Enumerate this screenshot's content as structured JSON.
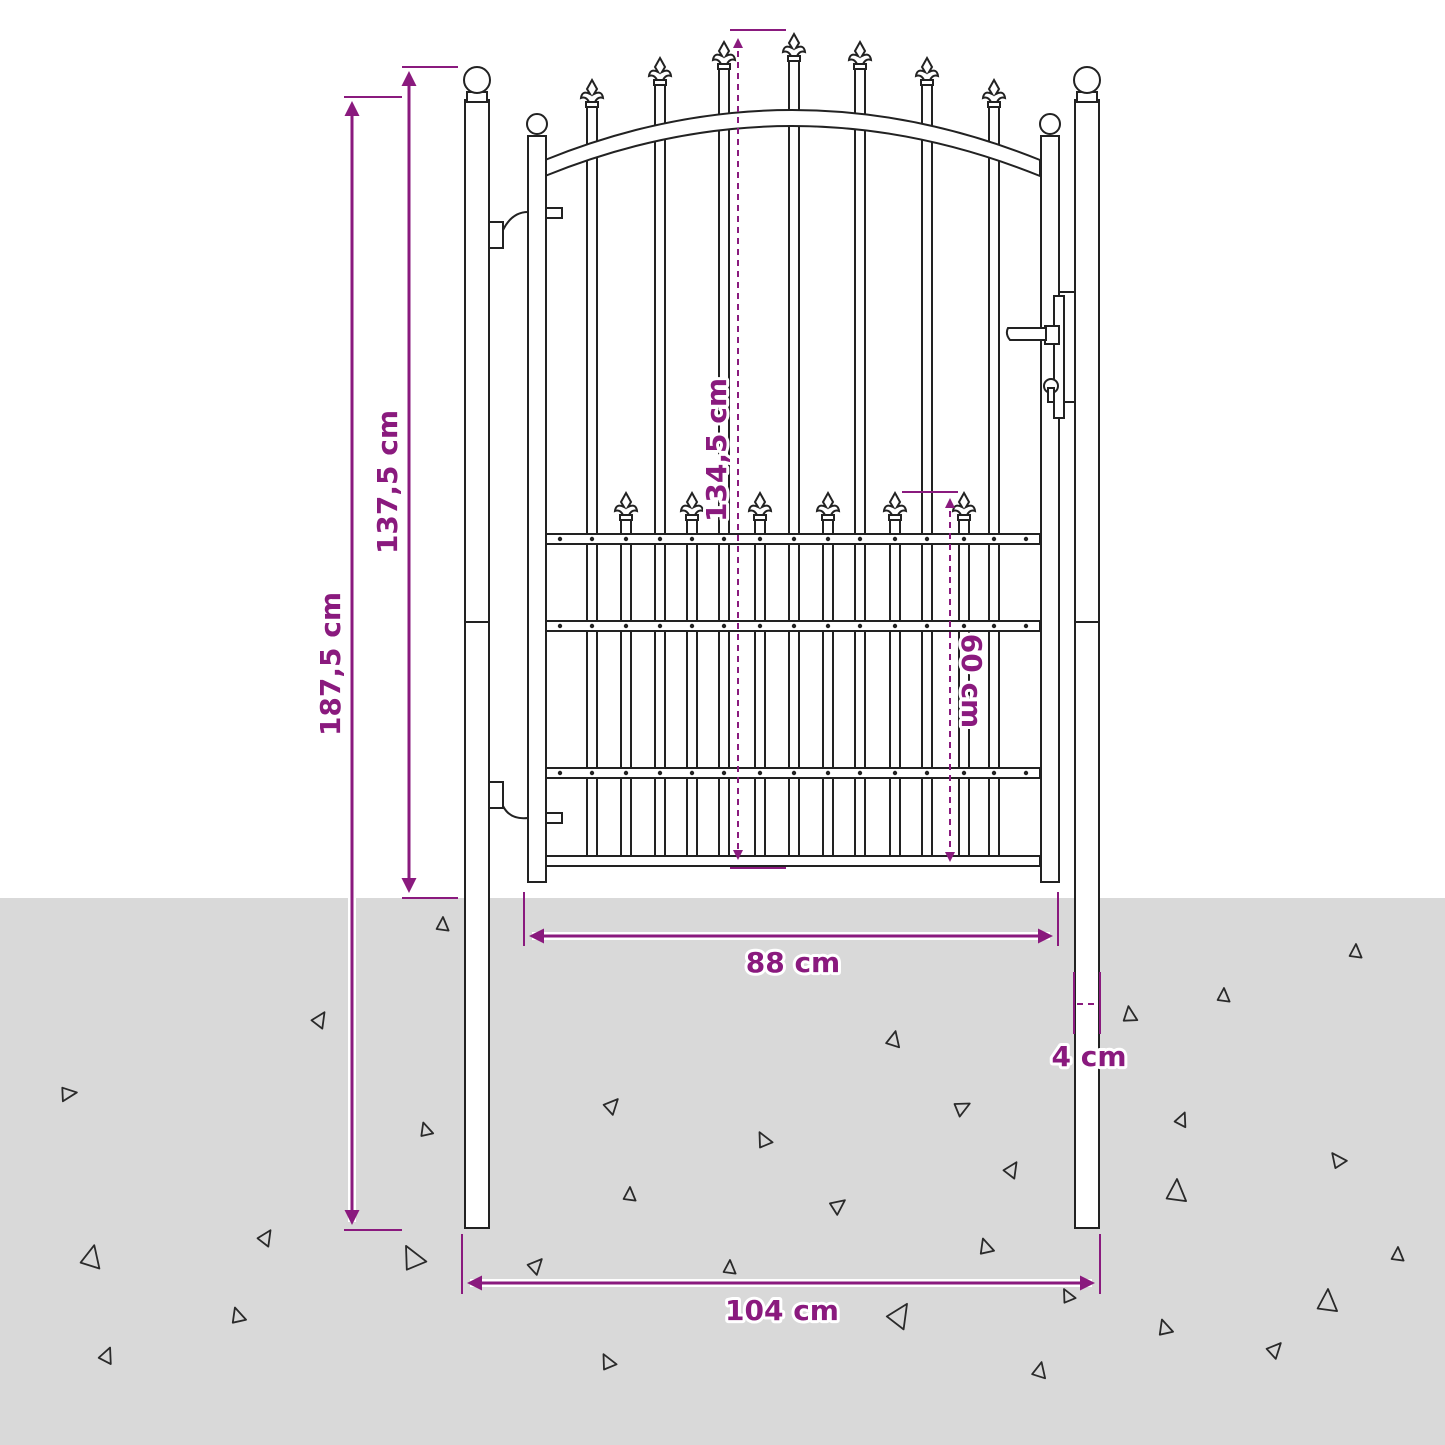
{
  "colors": {
    "dimension": "#8a1a7e",
    "ground": "#d9d9d9",
    "outline": "#222222",
    "background": "#ffffff"
  },
  "dimensions": {
    "post_height": "187,5 cm",
    "gate_frame_height": "137,5 cm",
    "gate_total_height": "134,5 cm",
    "lower_panel_height": "60 cm",
    "gate_width": "88 cm",
    "post_thickness": "4 cm",
    "total_width": "104 cm"
  },
  "parts": {
    "post_finial": "ball-finial-icon",
    "bar_finial": "fleur-de-lis-icon",
    "handle": "door-handle-icon",
    "lock": "keyhole-icon",
    "hinge": "hinge-icon"
  }
}
